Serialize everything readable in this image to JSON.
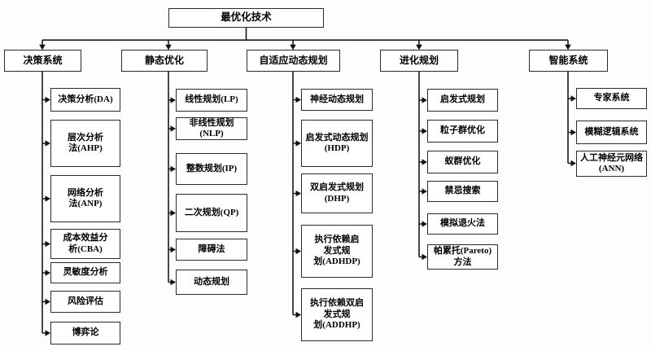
{
  "diagram": {
    "title": "最优化技术",
    "root": {
      "label": "最优化技术"
    },
    "columns": [
      {
        "header": "决策系统",
        "items": [
          "决策分析(DA)",
          [
            "层次分析",
            "法(AHP)"
          ],
          [
            "网络分析",
            "法(ANP)"
          ],
          [
            "成本效益分",
            "析(CBA)"
          ],
          "灵敏度分析",
          "风险评估",
          "博弈论"
        ]
      },
      {
        "header": "静态优化",
        "items": [
          "线性规划(LP)",
          "非线性规划(NLP)",
          "整数规划(IP)",
          "二次规划(QP)",
          "障碍法",
          "动态规划"
        ]
      },
      {
        "header": "自适应动态规划",
        "items": [
          "神经动态规划",
          [
            "启发式动态规划",
            "(HDP)"
          ],
          [
            "双启发式规划",
            "(DHP)"
          ],
          [
            "执行依赖启",
            "发式规",
            "划(ADHDP)"
          ],
          [
            "执行依赖双启",
            "发式规",
            "划(ADDHP)"
          ]
        ]
      },
      {
        "header": "进化规划",
        "items": [
          "启发式规划",
          "粒子群优化",
          "蚁群优化",
          "禁忌搜索",
          "模拟退火法",
          [
            "帕累托(Pareto)",
            "方法"
          ]
        ]
      },
      {
        "header": "智能系统",
        "items": [
          "专家系统",
          "模糊逻辑系统",
          [
            "人工神经元网络",
            "(ANN)"
          ]
        ]
      }
    ]
  },
  "colors": {
    "box_border": "#2b2b2b",
    "connector": "#1a1a1a",
    "text": "#000000",
    "box_bg": "#ffffff"
  }
}
